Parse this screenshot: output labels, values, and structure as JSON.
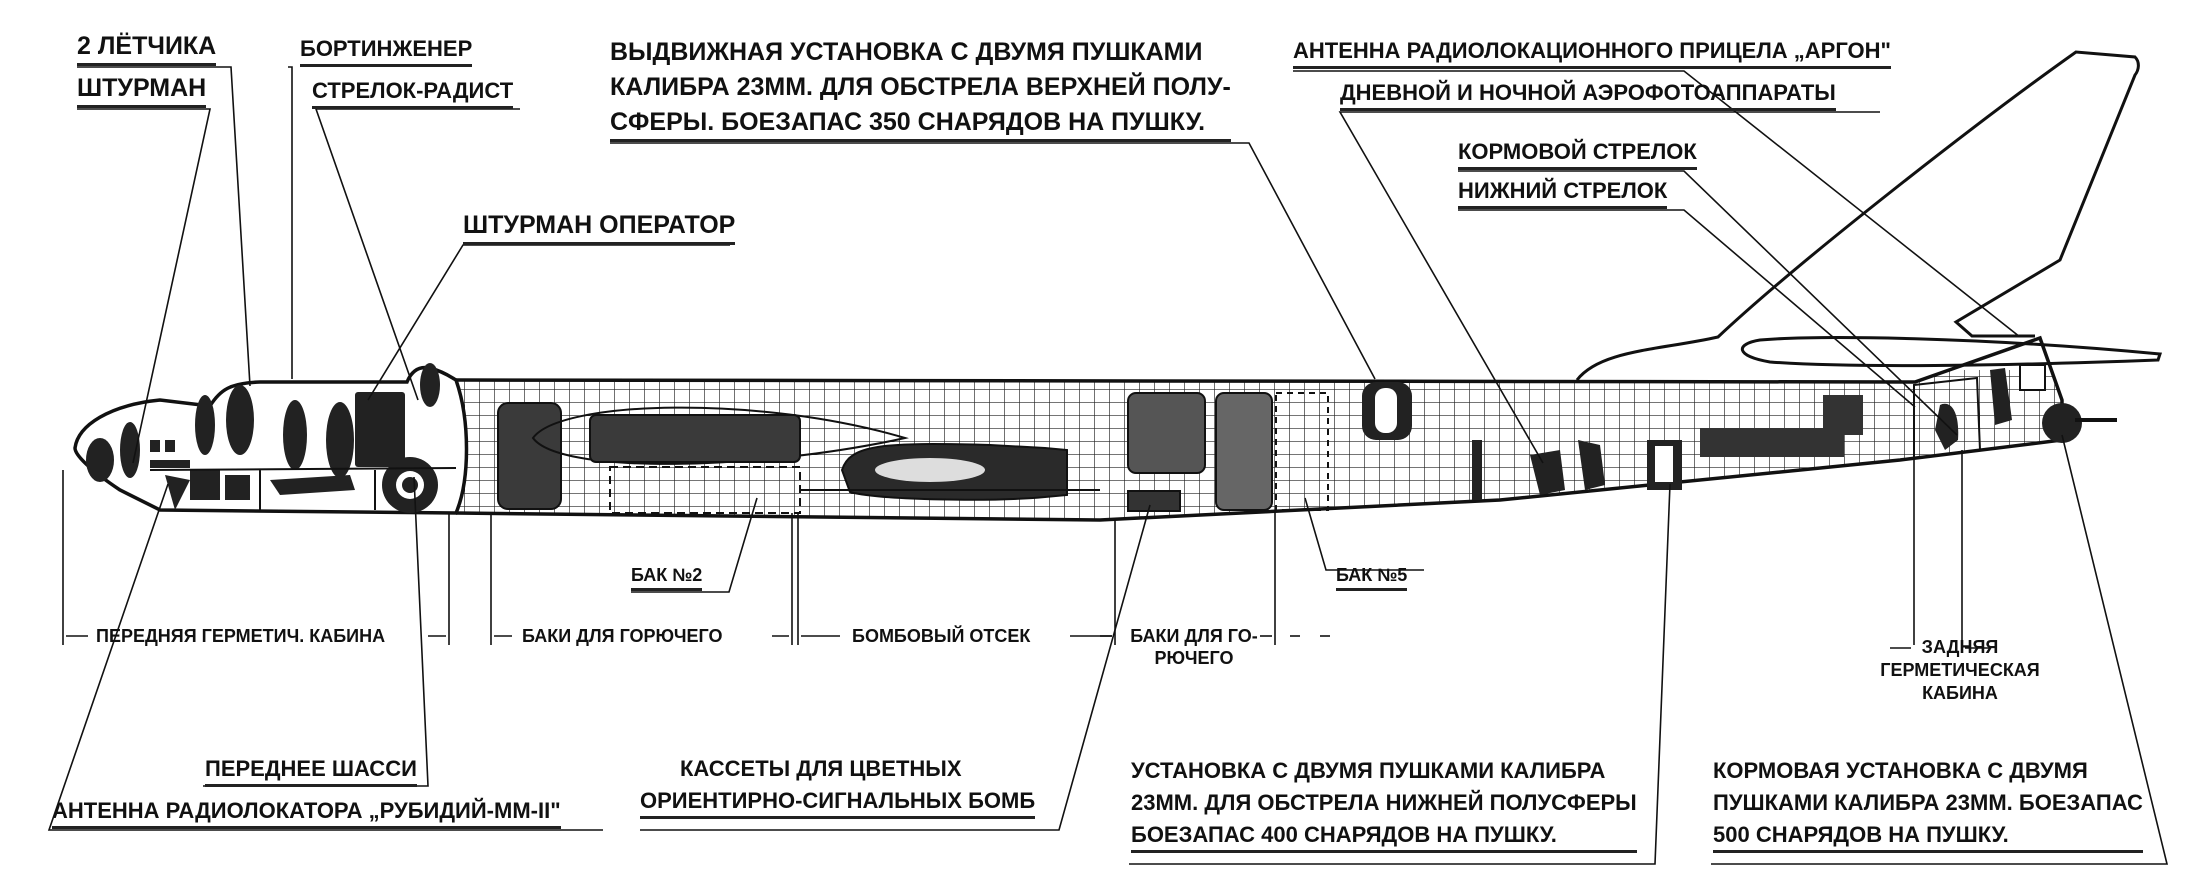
{
  "colors": {
    "ink": "#111111",
    "fill_dark": "#3a3a3a",
    "grid": "#222222",
    "paper": "#ffffff"
  },
  "crew_labels": {
    "pilots": "2 лётчика",
    "navigator": "штурман",
    "flight_engineer": "бортинженер",
    "radio_gunner": "стрелок-радист",
    "navigator_operator": "штурман оператор",
    "tail_gunner": "кормовой стрелок",
    "lower_gunner": "нижний стрелок"
  },
  "upper_turret_note": {
    "lines": [
      "выдвижная установка с двумя пушками",
      "калибра 23мм. для обстрела верхней полу-",
      "сферы. боезапас 350 снарядов на пушку."
    ]
  },
  "radar_sight": "антенна радиолокационного прицела „Аргон\"",
  "cameras": "дневной и ночной аэрофотоаппараты",
  "sections": {
    "front_cabin": "передняя герметич. кабина",
    "fuel_tanks": "баки для горючего",
    "bomb_bay": "бомбовый отсек",
    "fuel_tanks_2": [
      "баки для го-",
      "рючего"
    ],
    "rear_cabin": [
      "задняя",
      "герметическая",
      "кабина"
    ]
  },
  "tanks": {
    "tank2": "бак №2",
    "tank5": "бак №5"
  },
  "nose_gear": "переднее шасси",
  "radar_antenna": "антенна радиолокатора „Рубидий-ММ-II\"",
  "cassettes": {
    "lines": [
      "кассеты для цветных",
      "ориентирно-сигнальных бомб"
    ]
  },
  "lower_turret_note": {
    "lines": [
      "установка с двумя пушками калибра",
      "23мм. для обстрела нижней полусферы",
      "боезапас 400 снарядов на пушку."
    ]
  },
  "tail_turret_note": {
    "lines": [
      "кормовая установка с двумя",
      "пушками калибра 23мм. боезапас",
      "500 снарядов на пушку."
    ]
  }
}
